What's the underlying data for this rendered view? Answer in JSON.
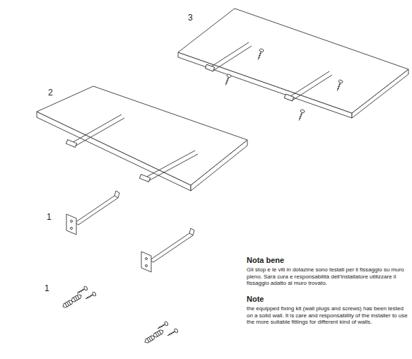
{
  "diagram": {
    "labels": [
      "3",
      "2",
      "1",
      "1",
      "Nota bene",
      "Gli stop e le viti in dotazine sono testati per il fissaggio su muro pieno. Sarà cura e responsabilità dell'installatore utilizzare il fissaggio adatto al muro trovato.",
      "Note",
      "the equipped fixing kit (wall plugs and screws) has been tested on a solid wall. It is care and responsability of the installer to use the more suitable fittings for different kind of walls."
    ]
  }
}
